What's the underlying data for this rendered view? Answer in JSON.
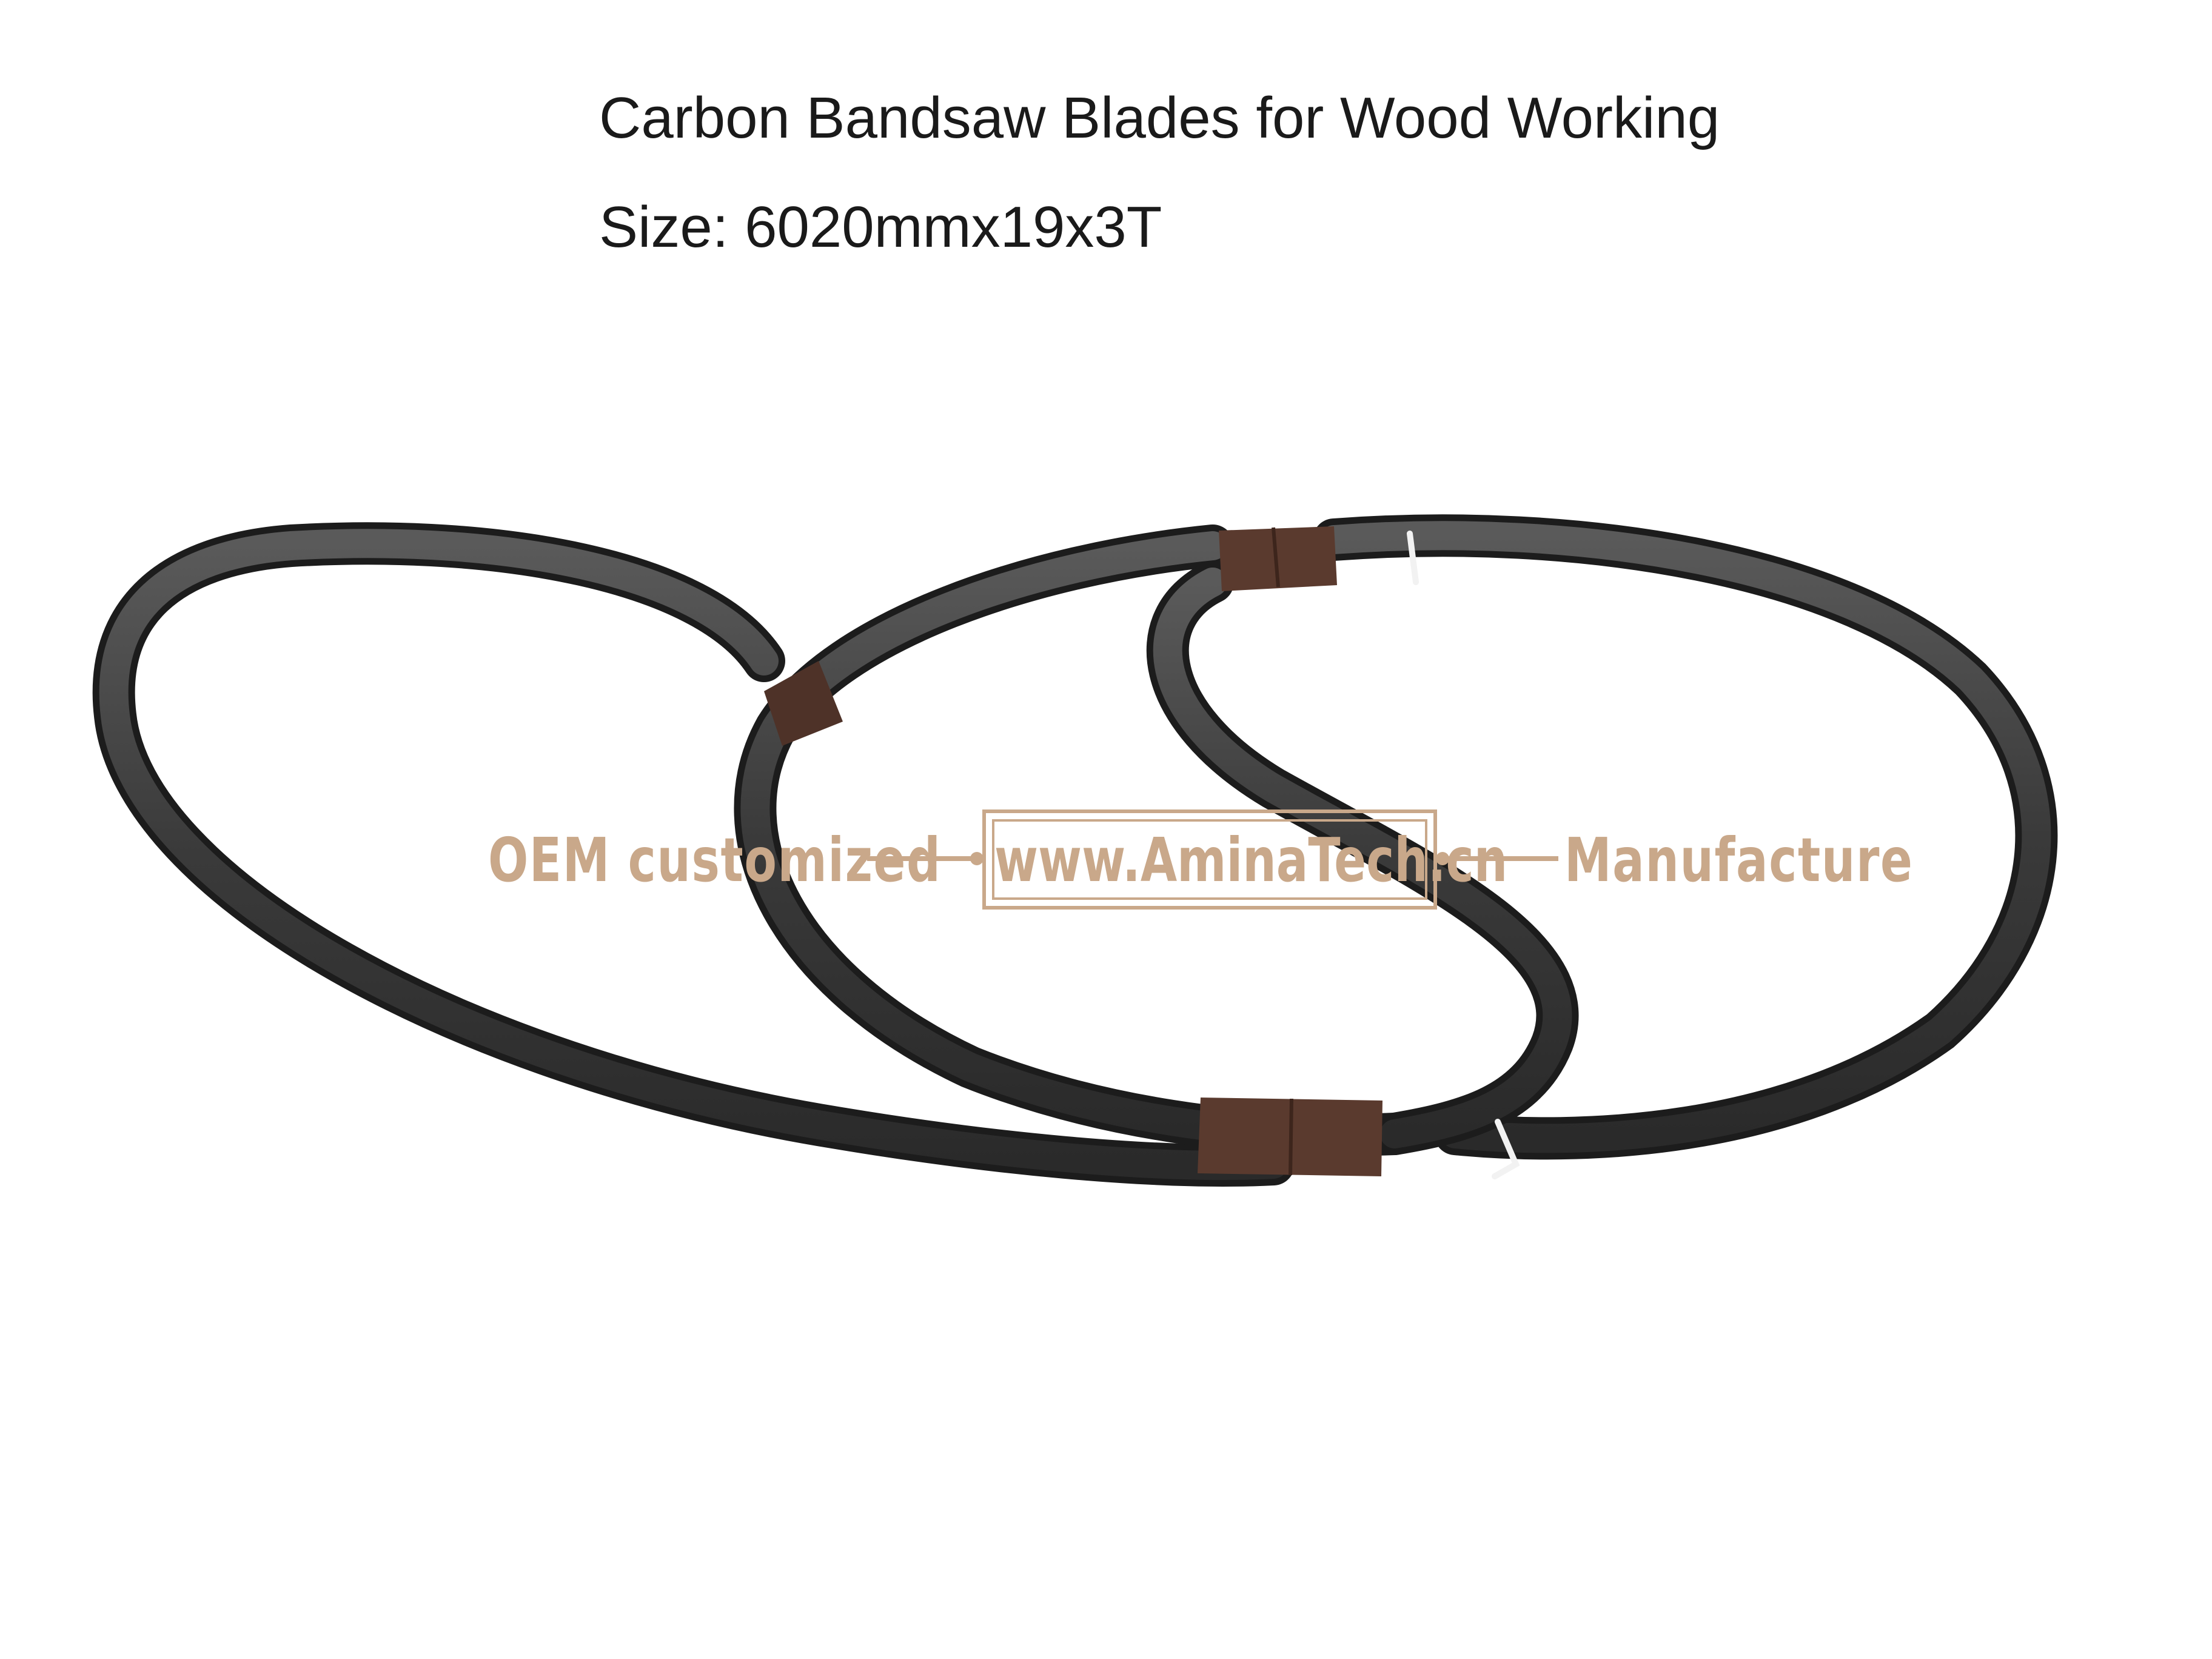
{
  "header": {
    "title": "Carbon Bandsaw Blades for Wood Working",
    "size": "Size: 6020mmx19x3T"
  },
  "watermark": {
    "left_text": "OEM customized",
    "url": "www.AminaTech.cn",
    "right_text": "Manufacture",
    "color": "#c9a88a"
  },
  "photo": {
    "subject": "coiled bandsaw blades",
    "blade_color": "#3b3b3b",
    "label_color": "#5a3a2e"
  }
}
